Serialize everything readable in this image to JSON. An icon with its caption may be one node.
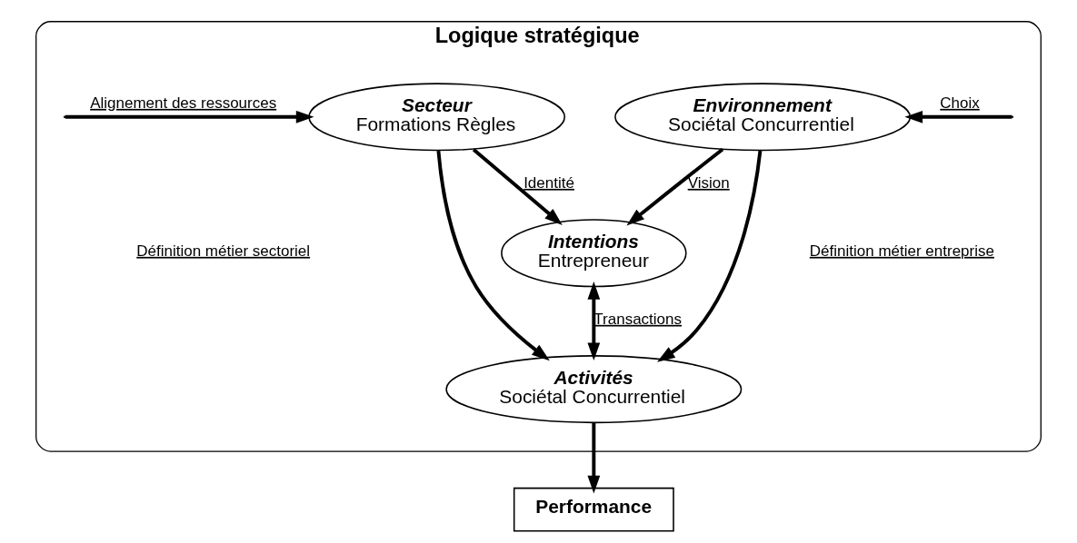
{
  "diagram": {
    "nodes": [
      {
        "text": [
          "Logique stratégique"
        ]
      },
      {
        "text": [
          "Intentions",
          "Entrepreneur"
        ],
        "in": 0
      },
      {
        "text": [
          "Environnement",
          "Sociétal Concurrentiel"
        ],
        "in": 0
      },
      {
        "text": [
          "Secteur",
          "Formations Règles"
        ],
        "in": 0
      },
      {
        "text": [
          "Activités",
          "Sociétal Concurrentiel"
        ],
        "in": 0
      },
      {
        "text": [
          "Performance"
        ]
      }
    ],
    "edges": [
      {
        "from": 2,
        "to": 1,
        "arrow": "to",
        "label": "Vision"
      },
      {
        "from": 3,
        "to": 1,
        "arrow": "to",
        "label": "Identité"
      },
      {
        "from": 1,
        "to": 4,
        "arrow": "both",
        "label": "Transactions"
      },
      {
        "from": null,
        "to": 2,
        "arrow": "to",
        "label": "Choix"
      },
      {
        "from": null,
        "to": 3,
        "arrow": "to",
        "label": "Alignement des ressources"
      },
      {
        "from": 2,
        "to": 4,
        "arrow": "to"
      },
      {
        "from": 3,
        "to": 4,
        "arrow": "to"
      },
      {
        "from": 4,
        "to": 5,
        "arrow": "to"
      }
    ],
    "labels": [
      "Définition métier entreprise",
      "Définition métier sectoriel"
    ]
  }
}
